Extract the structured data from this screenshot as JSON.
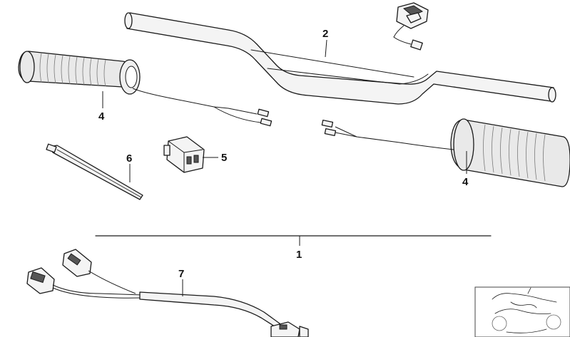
{
  "callouts": {
    "c1": "1",
    "c2": "2",
    "c4_left": "4",
    "c4_right": "4",
    "c5": "5",
    "c6": "6",
    "c7": "7"
  }
}
